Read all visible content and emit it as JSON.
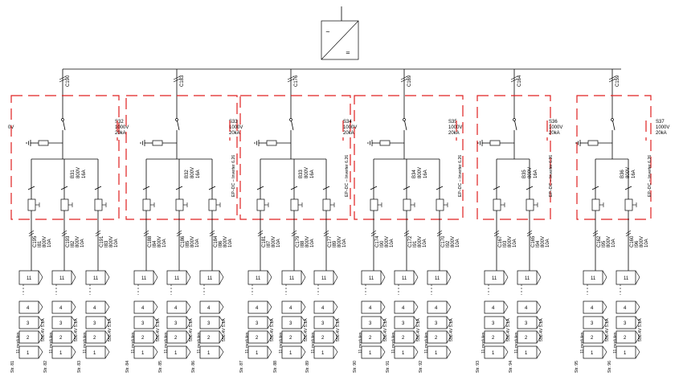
{
  "inverter": {
    "ac_symbol": "~",
    "dc_symbol": "="
  },
  "left_edge_label": "0V",
  "groups": [
    {
      "feeder": "C190",
      "spd": {
        "name": "S32",
        "voltage": "1000V",
        "current": "20kA"
      },
      "dc_label": "",
      "breaker": {
        "name": "B31",
        "voltage": "800V",
        "current": "16A"
      },
      "strings": [
        {
          "cable": "C195",
          "fuse": "I81",
          "fv": "800V",
          "fa": "10A",
          "label": "Str. 81",
          "modules": "11 modules",
          "spec": "550.4V  5.1A"
        },
        {
          "cable": "C193",
          "fuse": "I82",
          "fv": "800V",
          "fa": "10A",
          "label": "Str. 82",
          "modules": "11 modules",
          "spec": "550.4V  5.1A"
        },
        {
          "cable": "C191",
          "fuse": "I83",
          "fv": "800V",
          "fa": "10A",
          "label": "Str. 83",
          "modules": "11 modules",
          "spec": "550.4V  5.1A"
        }
      ]
    },
    {
      "feeder": "C183",
      "spd": {
        "name": "S33",
        "voltage": "1000V",
        "current": "20kA"
      },
      "dc_label": "EP–DC – Inverter 6.26",
      "breaker": {
        "name": "B32",
        "voltage": "800V",
        "current": "16A"
      },
      "strings": [
        {
          "cable": "C188",
          "fuse": "I84",
          "fv": "800V",
          "fa": "10A",
          "label": "Str. 84",
          "modules": "11 modules",
          "spec": "550.4V  5.1A"
        },
        {
          "cable": "C186",
          "fuse": "I85",
          "fv": "800V",
          "fa": "10A",
          "label": "Str. 85",
          "modules": "11 modules",
          "spec": "550.4V  5.1A"
        },
        {
          "cable": "C184",
          "fuse": "I86",
          "fv": "800V",
          "fa": "10A",
          "label": "Str. 86",
          "modules": "11 modules",
          "spec": "550.4V  5.1A"
        }
      ]
    },
    {
      "feeder": "C176",
      "spd": {
        "name": "S34",
        "voltage": "1000V",
        "current": "20kA"
      },
      "dc_label": "EP–DC – Inverter 6.26",
      "breaker": {
        "name": "B33",
        "voltage": "800V",
        "current": "16A"
      },
      "strings": [
        {
          "cable": "C181",
          "fuse": "I87",
          "fv": "800V",
          "fa": "10A",
          "label": "Str. 87",
          "modules": "11 modules",
          "spec": "550.4V  5.1A"
        },
        {
          "cable": "C179",
          "fuse": "I88",
          "fv": "800V",
          "fa": "10A",
          "label": "Str. 88",
          "modules": "11 modules",
          "spec": "550.4V  5.1A"
        },
        {
          "cable": "C177",
          "fuse": "I89",
          "fv": "800V",
          "fa": "10A",
          "label": "Str. 89",
          "modules": "11 modules",
          "spec": "550.4V  5.1A"
        }
      ]
    },
    {
      "feeder": "C169",
      "spd": {
        "name": "S35",
        "voltage": "1000V",
        "current": "20kA"
      },
      "dc_label": "EP–DC – Inverter 6.26",
      "breaker": {
        "name": "B34",
        "voltage": "800V",
        "current": "16A"
      },
      "strings": [
        {
          "cable": "C174",
          "fuse": "I90",
          "fv": "800V",
          "fa": "10A",
          "label": "Str. 90",
          "modules": "11 modules",
          "spec": "550.4V  5.1A"
        },
        {
          "cable": "C172",
          "fuse": "I91",
          "fv": "800V",
          "fa": "10A",
          "label": "Str. 91",
          "modules": "11 modules",
          "spec": "550.4V  5.1A"
        },
        {
          "cable": "C170",
          "fuse": "I92",
          "fv": "800V",
          "fa": "10A",
          "label": "Str. 92",
          "modules": "11 modules",
          "spec": "550.4V  5.1A"
        }
      ]
    },
    {
      "feeder": "C164",
      "spd": {
        "name": "S36",
        "voltage": "1000V",
        "current": "20kA"
      },
      "dc_label": "EP–DC – Inverter 6.26",
      "breaker": {
        "name": "B35",
        "voltage": "800V",
        "current": "16A"
      },
      "strings": [
        {
          "cable": "C167",
          "fuse": "I93",
          "fv": "800V",
          "fa": "10A",
          "label": "Str. 93",
          "modules": "11 modules",
          "spec": "550.4V  5.1A"
        },
        {
          "cable": "C165",
          "fuse": "I94",
          "fv": "800V",
          "fa": "10A",
          "label": "Str. 94",
          "modules": "11 modules",
          "spec": "550.4V  5.1A"
        }
      ]
    },
    {
      "feeder": "C159",
      "spd": {
        "name": "S37",
        "voltage": "1000V",
        "current": "20kA"
      },
      "dc_label": "EP–DC – Inverter 6.26",
      "breaker": {
        "name": "B36",
        "voltage": "800V",
        "current": "16A"
      },
      "strings": [
        {
          "cable": "C162",
          "fuse": "I95",
          "fv": "800V",
          "fa": "10A",
          "label": "Str. 95",
          "modules": "11 modules",
          "spec": "550.4V  5.1A"
        },
        {
          "cable": "C160",
          "fuse": "I96",
          "fv": "800V",
          "fa": "10A",
          "label": "Str. 96",
          "modules": "11 modules",
          "spec": "550.4V  5.1A"
        }
      ]
    }
  ],
  "module_labels": [
    "11",
    "4",
    "3",
    "2",
    "1"
  ],
  "colors": {
    "enclosure_dash": "#e02020",
    "line": "#000000"
  }
}
